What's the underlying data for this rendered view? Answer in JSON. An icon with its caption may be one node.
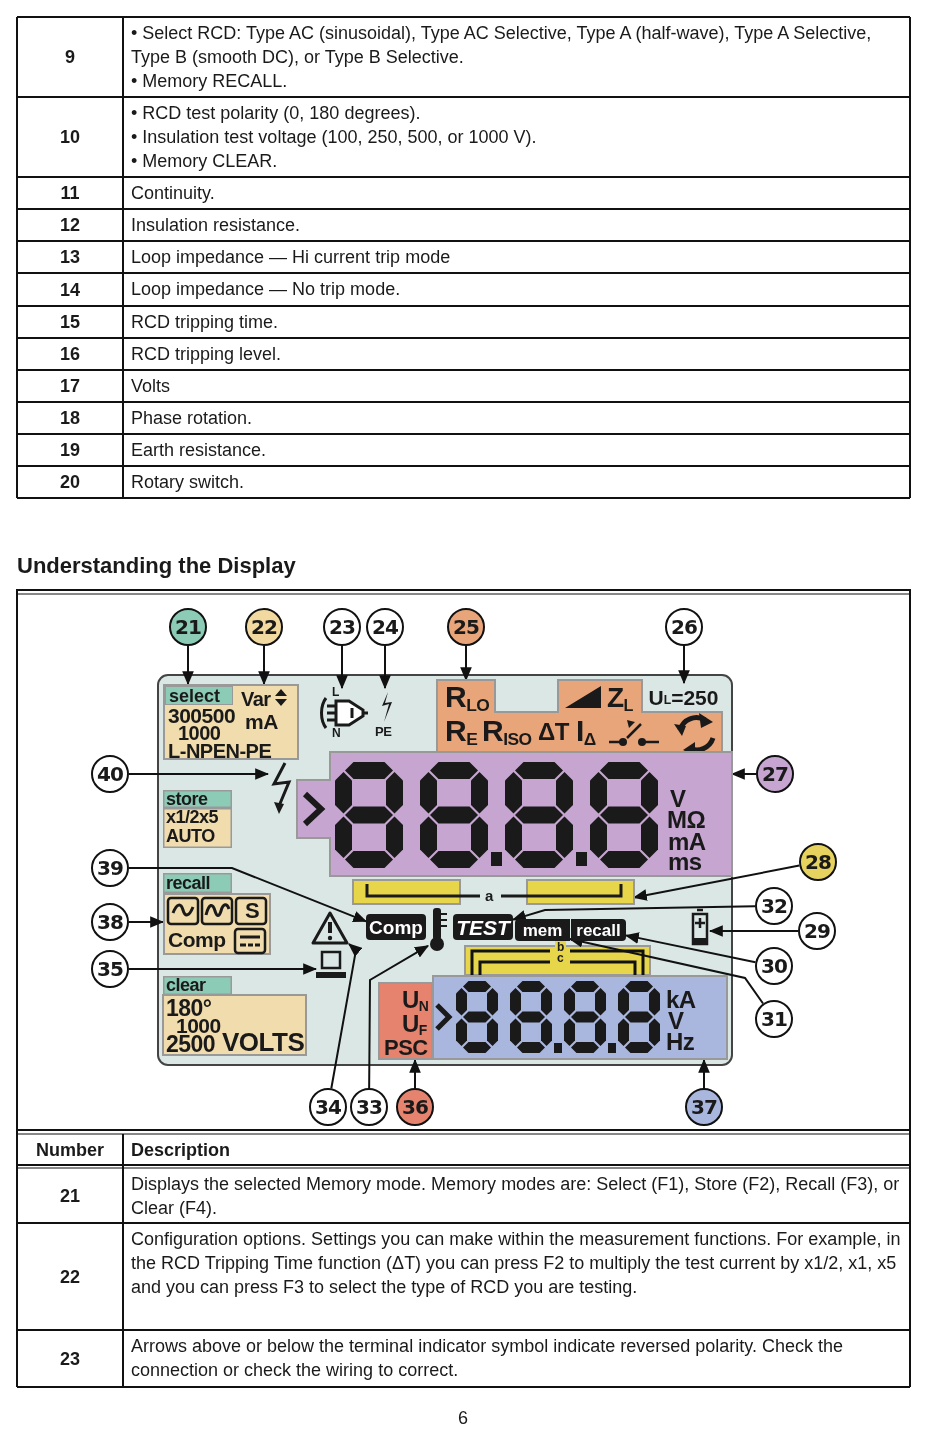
{
  "diagram": {
    "nodes": [
      {
        "text": [
          "21"
        ]
      },
      {
        "text": [
          "22"
        ]
      },
      {
        "text": [
          "23"
        ]
      },
      {
        "text": [
          "24"
        ]
      },
      {
        "text": [
          "25"
        ]
      },
      {
        "text": [
          "26"
        ]
      },
      {
        "text": [
          "40"
        ]
      },
      {
        "text": [
          "27"
        ]
      },
      {
        "text": [
          "39"
        ]
      },
      {
        "text": [
          "28"
        ]
      },
      {
        "text": [
          "32"
        ]
      },
      {
        "text": [
          "38"
        ]
      },
      {
        "text": [
          "29"
        ]
      },
      {
        "text": [
          "30"
        ]
      },
      {
        "text": [
          "35"
        ]
      },
      {
        "text": [
          "31"
        ]
      },
      {
        "text": [
          "34"
        ]
      },
      {
        "text": [
          "33"
        ]
      },
      {
        "text": [
          "36"
        ]
      },
      {
        "text": [
          "37"
        ]
      },
      {
        "text": [
          "Var",
          "300500",
          "mA",
          "1000",
          "L-NPEN-PE"
        ]
      },
      {
        "text": [
          "select"
        ],
        "in": 20
      },
      {
        "text": [
          "L",
          "N"
        ]
      },
      {
        "text": [
          "PE"
        ]
      },
      {
        "text": [
          "R$_{LO}$",
          "Z$_{L}$",
          "R$_{E}$",
          "R$_{ISO}$",
          "ΔT",
          "I$_{Δ}$"
        ]
      },
      {
        "text": [
          "U$_{L}$=250"
        ]
      },
      {
        "text": [],
        "shape": "lightning"
      },
      {
        "text": [
          "V",
          "MΩ",
          "mA",
          "ms"
        ]
      },
      {
        "text": [
          "Comp"
        ]
      },
      {
        "text": [
          "a"
        ]
      },
      {
        "text": [
          "TEST"
        ]
      },
      {
        "text": [
          "S",
          "Comp"
        ]
      },
      {
        "text": [],
        "shape": "battery"
      },
      {
        "text": [
          "recall"
        ]
      },
      {
        "text": [
          "mem"
        ]
      },
      {
        "text": [],
        "shape": "computer"
      },
      {
        "text": [],
        "shape": "triangle"
      },
      {
        "text": [],
        "shape": "thermometer"
      },
      {
        "text": [
          "U$_{N}$",
          "U$_{F}$",
          "PSC"
        ]
      },
      {
        "text": [
          "kA",
          "V",
          "Hz"
        ]
      }
    ],
    "edges": [
      {
        "from": 0,
        "to": 21,
        "arrow": "to"
      },
      {
        "from": 1,
        "to": 20,
        "arrow": "to"
      },
      {
        "from": 2,
        "to": 22,
        "arrow": "to"
      },
      {
        "from": 3,
        "to": 23,
        "arrow": "to"
      },
      {
        "from": 4,
        "to": 24,
        "arrow": "to"
      },
      {
        "from": 5,
        "to": 25,
        "arrow": "to"
      },
      {
        "from": 6,
        "to": 26,
        "arrow": "to"
      },
      {
        "from": 7,
        "to": 27,
        "arrow": "to"
      },
      {
        "from": 8,
        "to": 28,
        "arrow": "to"
      },
      {
        "from": 9,
        "to": 29,
        "arrow": "to"
      },
      {
        "from": 10,
        "to": 30,
        "arrow": "to"
      },
      {
        "from": 11,
        "to": 31,
        "arrow": "to"
      },
      {
        "from": 12,
        "to": 32,
        "arrow": "to"
      },
      {
        "from": 13,
        "to": 33,
        "arrow": "to"
      },
      {
        "from": 14,
        "to": 35,
        "arrow": "to"
      },
      {
        "from": 15,
        "to": 34,
        "arrow": "to"
      },
      {
        "from": 16,
        "to": 36,
        "arrow": "to"
      },
      {
        "from": 17,
        "to": 37,
        "arrow": "to"
      },
      {
        "from": 18,
        "to": 38,
        "arrow": "to"
      },
      {
        "from": 19,
        "to": 39,
        "arrow": "to"
      }
    ],
    "labels": [
      "9",
      "• Select RCD: Type AC (sinusoidal), Type AC Selective, Type A (half-wave), Type A Selective, Type B (smooth DC), or Type B Selective.",
      "• Memory RECALL.",
      "10",
      "• RCD test polarity (0, 180 degrees).",
      "• Insulation test voltage (100, 250, 500, or 1000 V).",
      "• Memory CLEAR.",
      "11",
      "Continuity.",
      "12",
      "Insulation resistance.",
      "13",
      "Loop impedance — Hi current trip mode",
      "14",
      "Loop impedance — No trip mode.",
      "15",
      "RCD tripping time.",
      "16",
      "RCD tripping level.",
      "17",
      "Volts",
      "18",
      "Phase rotation.",
      "19",
      "Earth resistance.",
      "20",
      "Rotary switch.",
      "Understanding the Display",
      "store",
      "x1/2x5 AUTO",
      "recall",
      "clear",
      "180°",
      "1000",
      "2500",
      "VOLTS",
      "b",
      "c",
      "Number",
      "Description",
      "21",
      "Displays the selected Memory mode. Memory modes are: Select (F1), Store (F2), Recall (F3), or Clear (F4).",
      "22",
      "Configuration options. Settings you can make within the measurement functions. For example, in the RCD Tripping Time function (ΔT) you can press F2 to multiply the test current by x1/2, x1, x5 and you can press F3 to select the type of RCD you are testing.",
      "23",
      "Arrows above or below the terminal indicator symbol indicate reversed polarity. Check the connection or check the wiring to correct.",
      "6"
    ]
  }
}
